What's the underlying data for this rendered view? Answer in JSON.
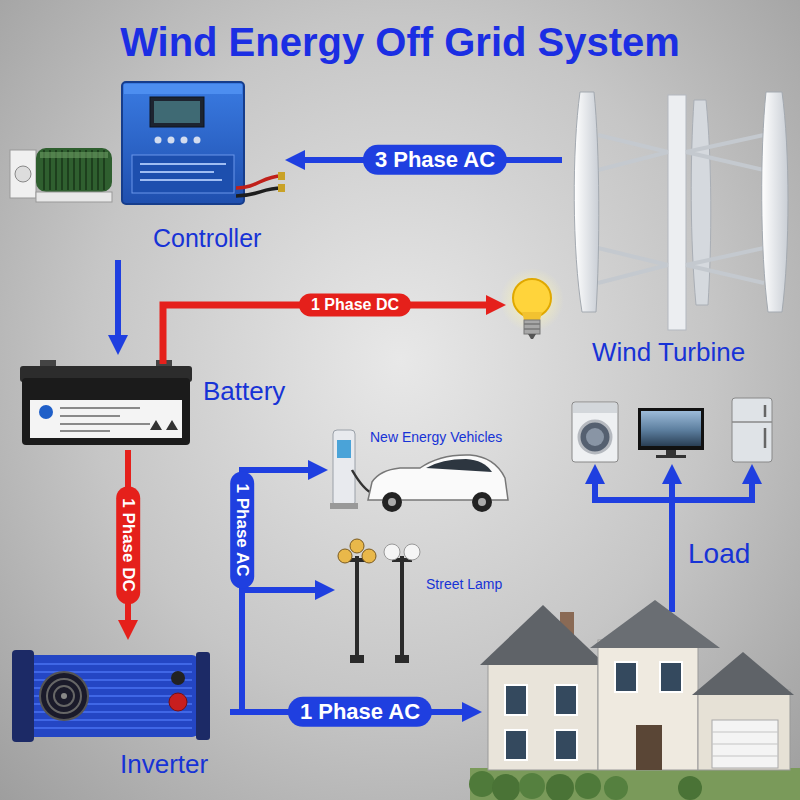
{
  "diagram": {
    "title": "Wind Energy Off Grid System",
    "nodes": [
      {
        "text": [
          "Controller"
        ]
      },
      {
        "text": [
          "Wind Turbine"
        ]
      },
      {
        "text": [
          "Battery"
        ]
      },
      {
        "text": [
          "New Energy Vehicles"
        ]
      },
      {
        "text": [
          "Street Lamp"
        ]
      },
      {
        "text": [
          "Inverter"
        ]
      }
    ],
    "edges": [
      {
        "from": 1,
        "to": 0,
        "arrow": "to",
        "label": "3 Phase AC"
      },
      {
        "from": 0,
        "to": 2,
        "arrow": "to"
      },
      {
        "from": 2,
        "to": 5,
        "arrow": "to",
        "label": "1 Phase DC"
      },
      {
        "from": 5,
        "to": 3,
        "arrow": "to",
        "label": "1 Phase AC"
      },
      {
        "from": 5,
        "to": 4,
        "arrow": "to"
      }
    ],
    "labels": [
      "1 Phase DC",
      "Load",
      "1 Phase AC"
    ]
  }
}
